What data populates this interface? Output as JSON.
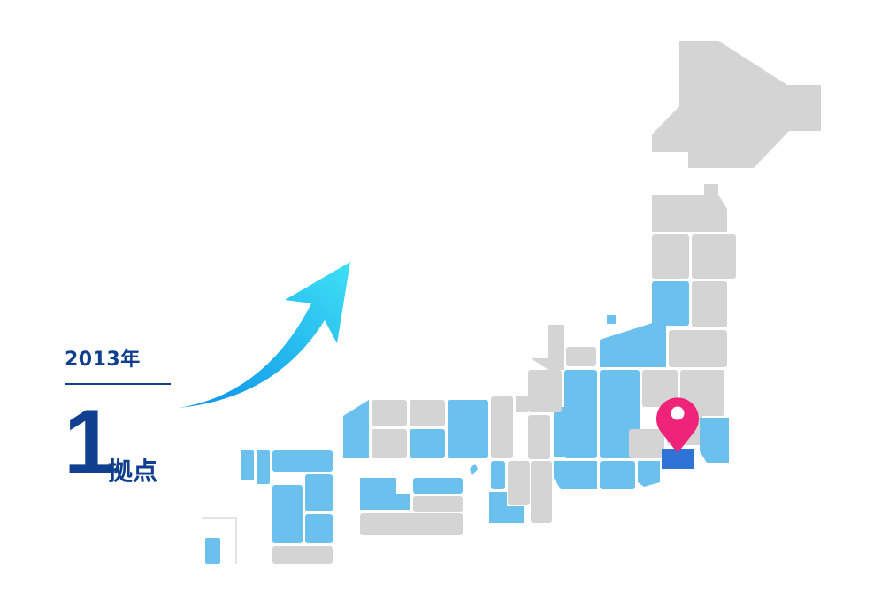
{
  "year_label": "2013年",
  "count": {
    "number": "1",
    "unit": "拠点"
  },
  "colors": {
    "text_navy": "#0f3f8e",
    "region_inactive": "#d4d4d4",
    "region_active": "#6cc0ee",
    "region_highlight": "#2f73d6",
    "pin": "#f0237a",
    "arrow_start": "#0a8fe8",
    "arrow_end": "#3fe0f5"
  },
  "icons": [
    "growth-arrow-icon",
    "location-pin-icon"
  ]
}
